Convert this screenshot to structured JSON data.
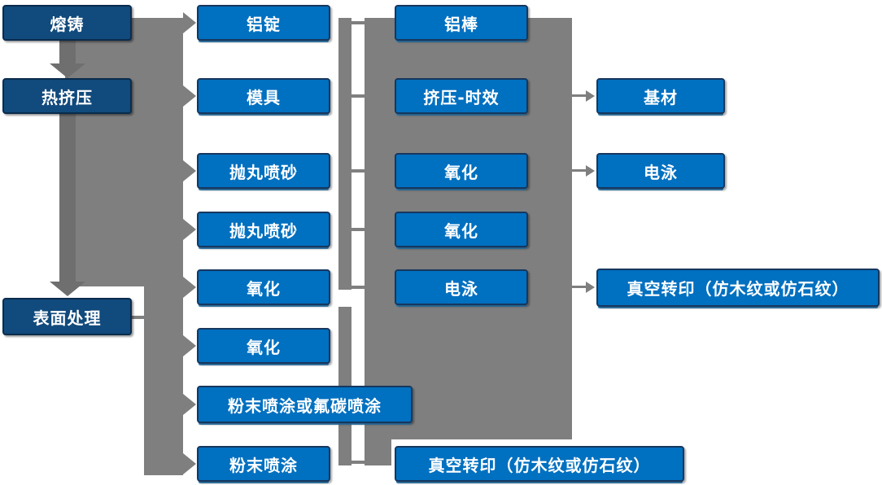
{
  "diagram": {
    "stages": [
      "熔铸",
      "热挤压",
      "表面处理"
    ],
    "process_column": [
      "铝锭",
      "模具",
      "抛丸喷砂",
      "抛丸喷砂",
      "氧化",
      "氧化",
      "粉末喷涂或氟碳喷涂",
      "粉末喷涂"
    ],
    "output_column": [
      "铝棒",
      "挤压-时效",
      "氧化",
      "氧化",
      "电泳",
      "真空转印（仿木纹或仿石纹）"
    ],
    "final_column": [
      "基材",
      "电泳",
      "真空转印（仿木纹或仿石纹）"
    ],
    "colors": {
      "box_blue": "#0070c0",
      "box_dark_blue": "#114a7c",
      "connector_gray": "#7f7f7f",
      "arrow_dark_gray": "#6f6f6f",
      "text_white": "#ffffff",
      "background": "#ffffff"
    }
  }
}
